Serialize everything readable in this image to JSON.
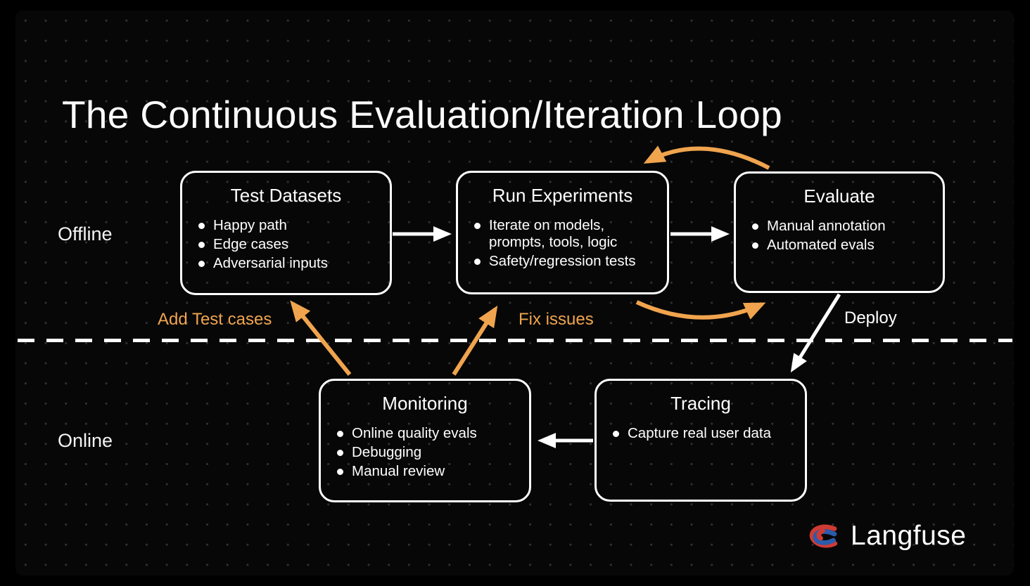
{
  "title": "The Continuous Evaluation/Iteration Loop",
  "sections": {
    "offline": "Offline",
    "online": "Online"
  },
  "boxes": [
    {
      "id": "test-datasets",
      "title": "Test Datasets",
      "bullets": [
        "Happy path",
        "Edge cases",
        "Adversarial inputs"
      ]
    },
    {
      "id": "run-experiments",
      "title": "Run Experiments",
      "bullets": [
        "Iterate on models, prompts, tools, logic",
        "Safety/regression tests"
      ]
    },
    {
      "id": "evaluate",
      "title": "Evaluate",
      "bullets": [
        "Manual annotation",
        "Automated evals"
      ]
    },
    {
      "id": "monitoring",
      "title": "Monitoring",
      "bullets": [
        "Online quality evals",
        "Debugging",
        "Manual review"
      ]
    },
    {
      "id": "tracing",
      "title": "Tracing",
      "bullets": [
        "Capture real user data"
      ]
    }
  ],
  "labels": {
    "add_test_cases": "Add Test cases",
    "fix_issues": "Fix issues",
    "deploy": "Deploy"
  },
  "arrows": [
    {
      "from": "Test Datasets",
      "to": "Run Experiments",
      "color": "white",
      "style": "straight"
    },
    {
      "from": "Run Experiments",
      "to": "Evaluate",
      "color": "white",
      "style": "straight"
    },
    {
      "from": "Evaluate",
      "to": "Run Experiments",
      "color": "orange",
      "style": "arc-top"
    },
    {
      "from": "Run Experiments",
      "to": "Evaluate",
      "color": "orange",
      "style": "arc-bottom"
    },
    {
      "from": "Evaluate",
      "to": "Tracing",
      "color": "white",
      "style": "diagonal",
      "label": "Deploy"
    },
    {
      "from": "Tracing",
      "to": "Monitoring",
      "color": "white",
      "style": "straight"
    },
    {
      "from": "Monitoring",
      "to": "Test Datasets",
      "color": "orange",
      "style": "diagonal",
      "label": "Add Test cases"
    },
    {
      "from": "Monitoring",
      "to": "Run Experiments",
      "color": "orange",
      "style": "diagonal",
      "label": "Fix issues"
    }
  ],
  "brand": {
    "wordmark": "Langfuse",
    "icon": "langfuse-knot-icon"
  },
  "colors": {
    "background": "#000000",
    "accent_orange": "#F0A44E",
    "box_border": "#FFFFFF",
    "divider": "#FFFFFF",
    "logo_red": "#CE3B34",
    "logo_blue": "#2B5BAB"
  }
}
